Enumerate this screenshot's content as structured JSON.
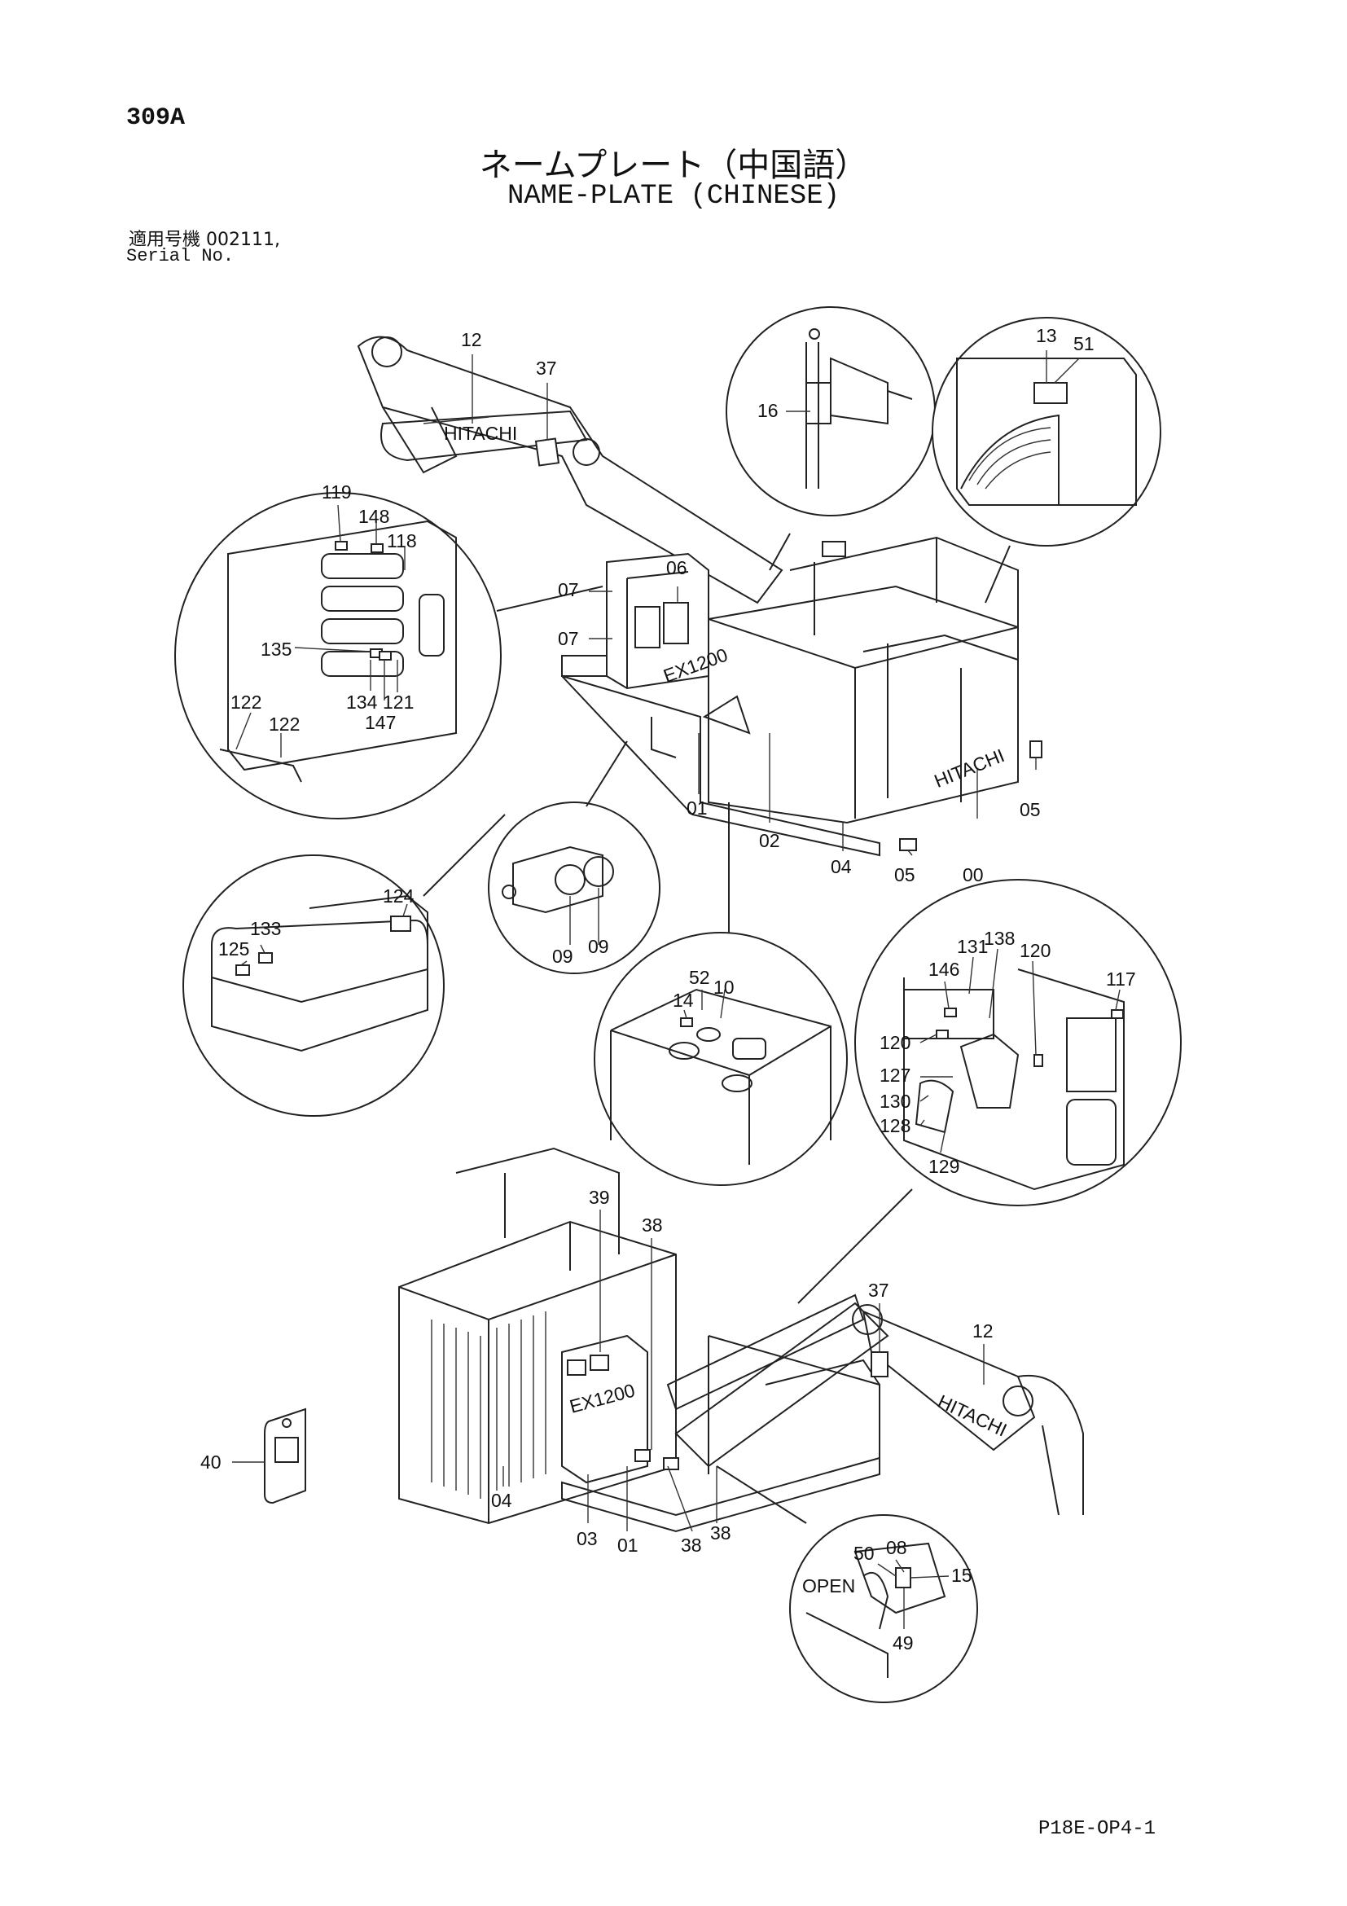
{
  "header": {
    "page_number": "309A",
    "title_jp": "ネームプレート（中国語）",
    "title_en": "NAME-PLATE (CHINESE)",
    "serial_label_jp": "適用号機 002111,",
    "serial_label_en": "Serial No."
  },
  "footer": {
    "code": "P18E-OP4-1"
  },
  "diagram": {
    "brand": "HITACHI",
    "model": "EX1200",
    "open_label": "OPEN",
    "callouts": [
      "12",
      "37",
      "13",
      "51",
      "16",
      "119",
      "148",
      "118",
      "07",
      "06",
      "07",
      "135",
      "134",
      "121",
      "147",
      "122",
      "122",
      "01",
      "02",
      "04",
      "05",
      "00",
      "05",
      "124",
      "133",
      "125",
      "09",
      "09",
      "52",
      "10",
      "14",
      "146",
      "131",
      "138",
      "120",
      "117",
      "120",
      "127",
      "130",
      "128",
      "129",
      "39",
      "38",
      "37",
      "12",
      "40",
      "04",
      "03",
      "01",
      "38",
      "38",
      "50",
      "08",
      "15",
      "49"
    ]
  }
}
